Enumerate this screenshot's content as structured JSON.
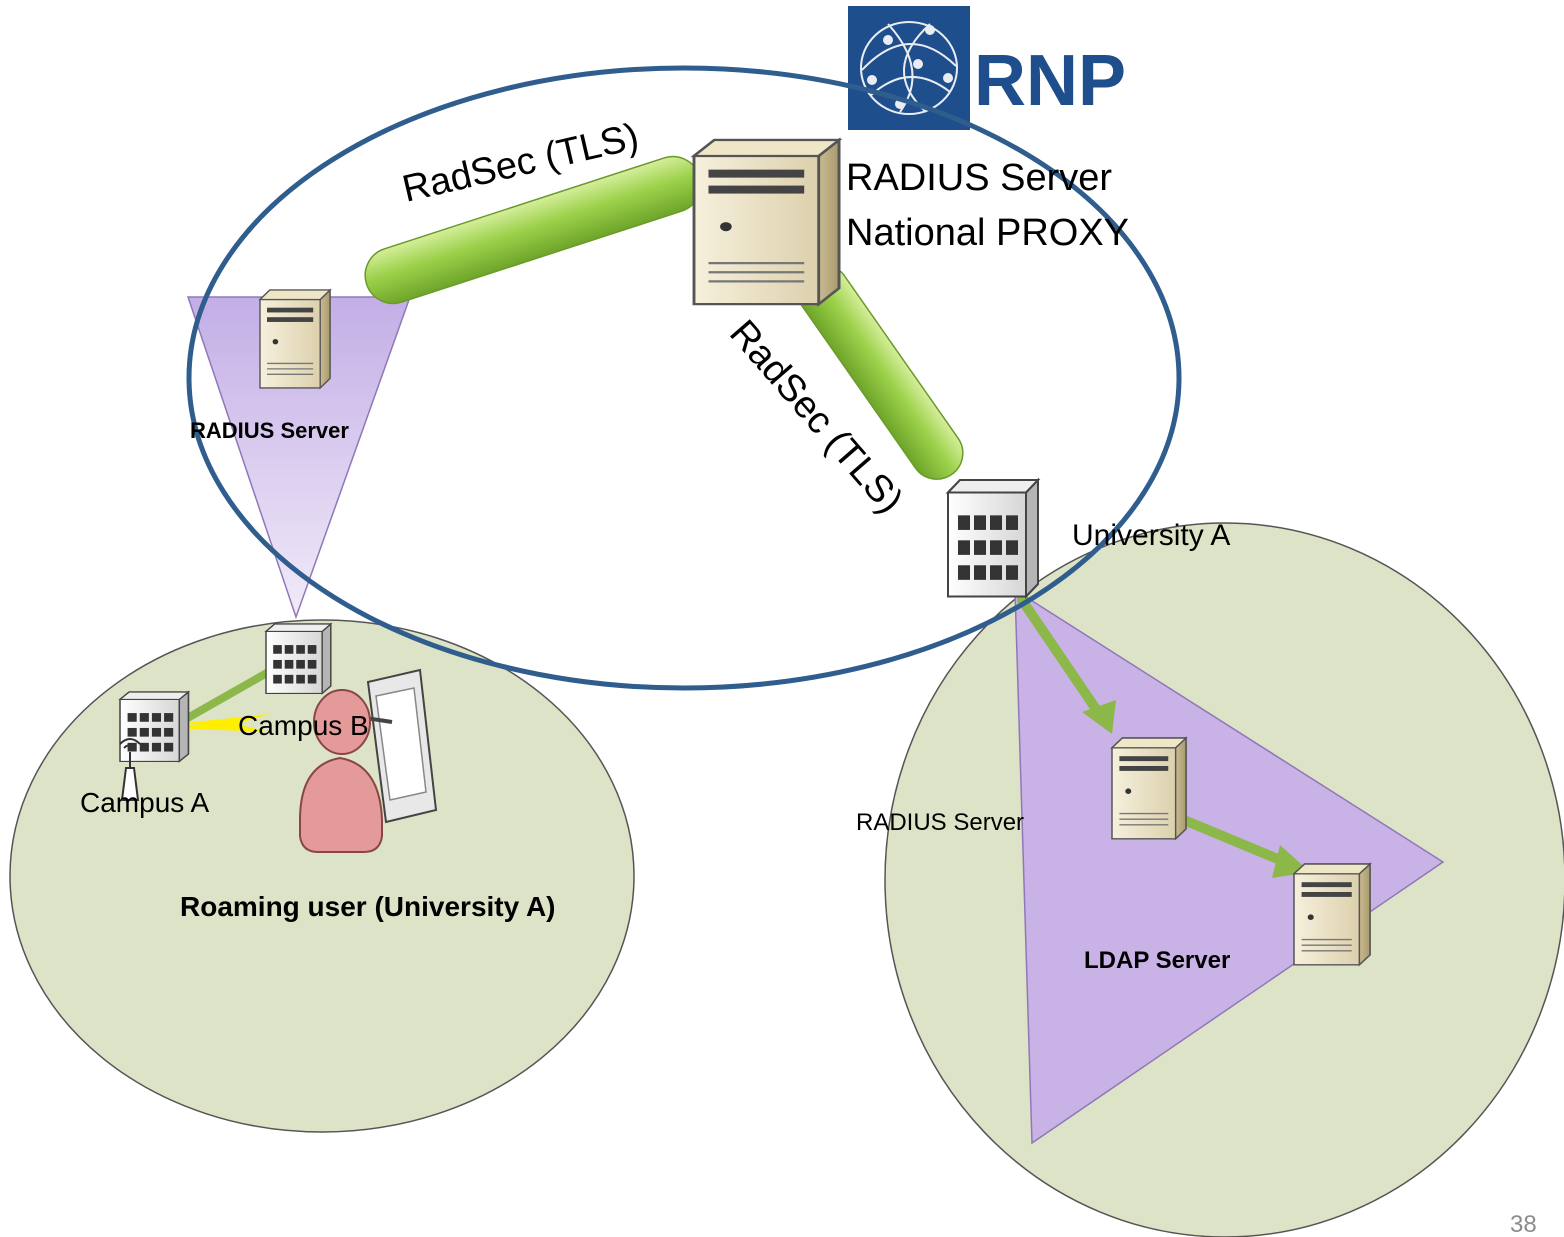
{
  "logo": {
    "text": "RNP",
    "bg_color": "#1f4e8c"
  },
  "labels": {
    "national_server_line1": "RADIUS Server",
    "national_server_line2": "National PROXY",
    "radsec_upper": "RadSec (TLS)",
    "radsec_lower": "RadSec (TLS)",
    "left_radius_server": "RADIUS Server",
    "university_a": "University A",
    "campus_b": "Campus B",
    "campus_a": "Campus A",
    "roaming_user": "Roaming user (University A)",
    "right_radius_server": "RADIUS Server",
    "ldap_server": "LDAP Server"
  },
  "page_number": "38",
  "colors": {
    "federation_ellipse": "#2e5d8e",
    "tunnel_green": "#8dc63f",
    "region_fill": "#dde3c7",
    "triangle_fill": "#c9b2e6",
    "arrow_green": "#8cb84a",
    "user_fill": "#e39a98"
  },
  "icons": {
    "national_server": "server-icon",
    "left_server": "server-icon",
    "right_radius_server": "server-icon",
    "ldap_server": "server-icon",
    "university_building": "building-icon",
    "campus_b_building": "building-icon",
    "campus_a_building": "building-icon",
    "access_point": "wifi-antenna-icon",
    "user": "person-icon",
    "tablet": "tablet-icon"
  }
}
